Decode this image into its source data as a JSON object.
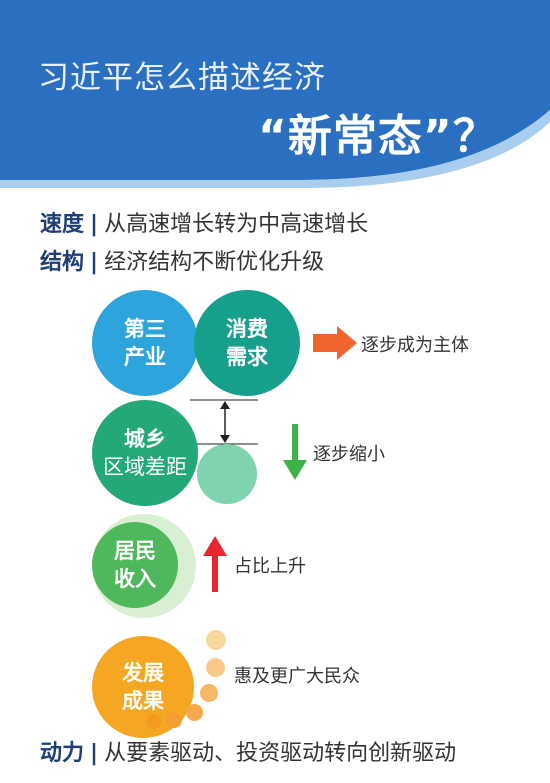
{
  "header": {
    "title_line1": "习近平怎么描述经济",
    "title_line2": "“新常态”？"
  },
  "speed": {
    "key": "速度",
    "separator": "|",
    "value": "从高速增长转为中高速增长"
  },
  "structure": {
    "key": "结构",
    "separator": "|",
    "value": "经济结构不断优化升级"
  },
  "items": {
    "tertiary": {
      "line1": "第三",
      "line2": "产业"
    },
    "consumption": {
      "line1": "消费",
      "line2": "需求",
      "note": "逐步成为主体"
    },
    "gap": {
      "line1": "城乡",
      "line2": "区域差距",
      "note": "逐步缩小"
    },
    "income": {
      "line1": "居民",
      "line2": "收入",
      "note": "占比上升"
    },
    "results": {
      "line1": "发展",
      "line2": "成果",
      "note": "惠及更广大民众"
    }
  },
  "drive": {
    "key": "动力",
    "separator": "|",
    "value": "从要素驱动、投资驱动转向创新驱动"
  },
  "colors": {
    "header_blue": "#2a6fc0",
    "tertiary": "#2ea4dc",
    "consumption": "#16a08c",
    "gap": "#25a878",
    "gap_small": "#7fd3ae",
    "income": "#4fb85d",
    "income_halo": "#d9efd4",
    "results": "#f5a623",
    "arrow_orange": "#f0652d",
    "arrow_green": "#3db249",
    "arrow_red": "#e8262f"
  }
}
